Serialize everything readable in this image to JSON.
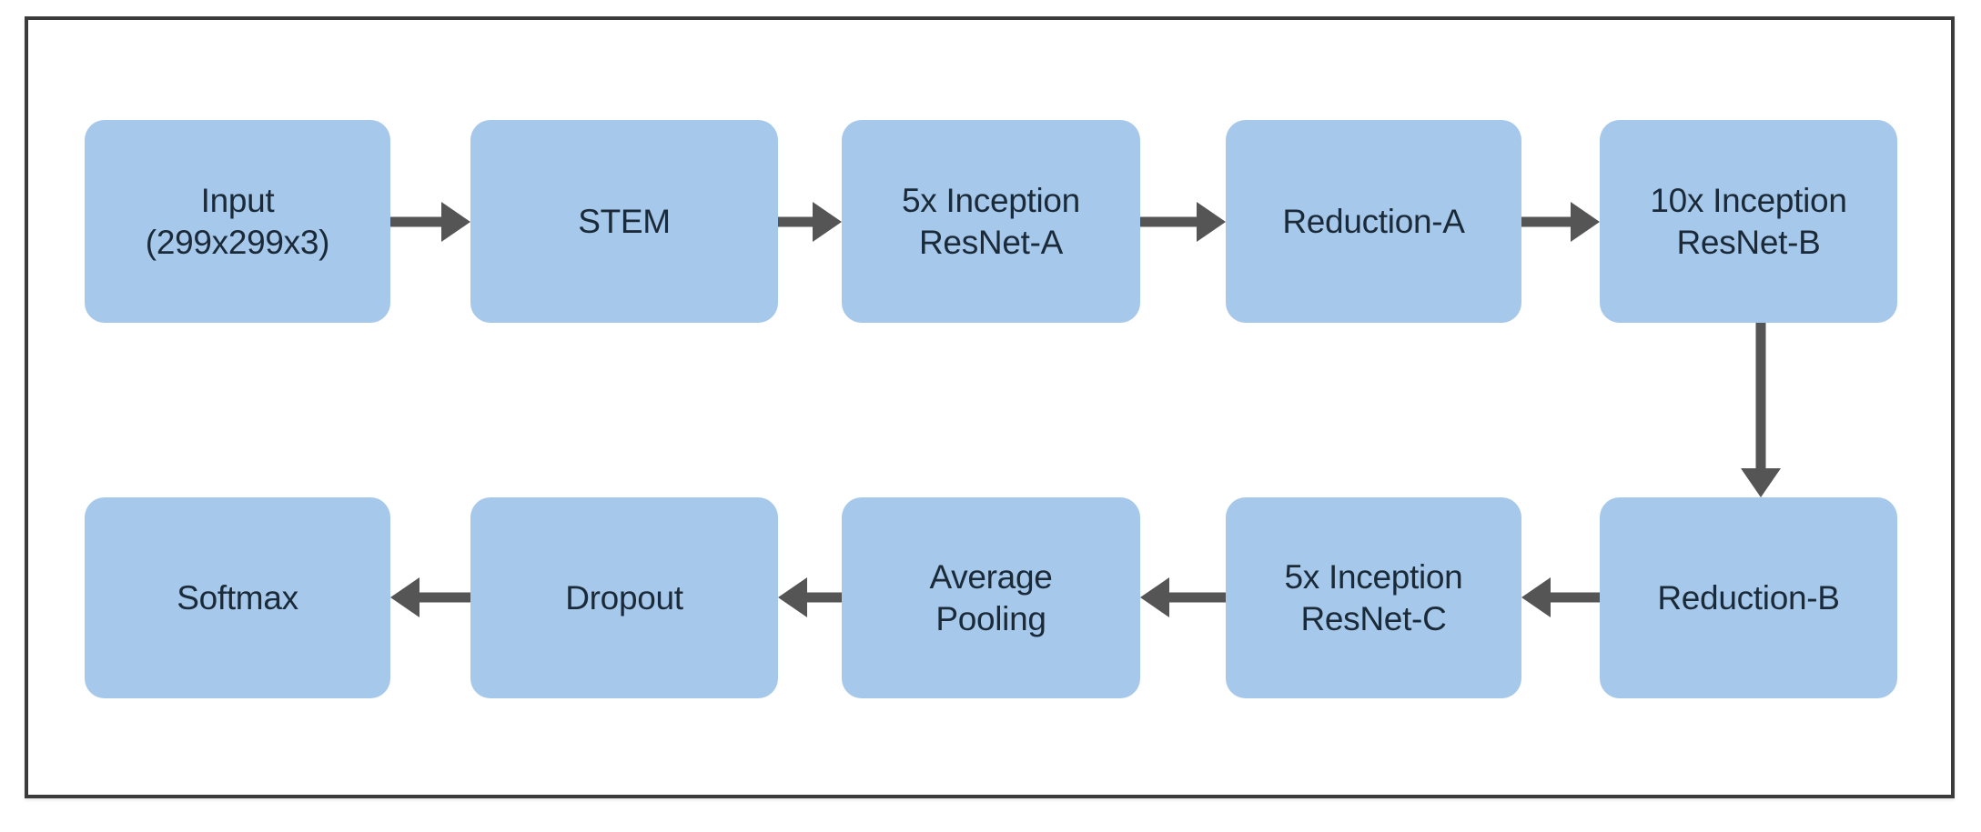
{
  "figure": {
    "type": "flow-diagram",
    "title": "Inception-ResNet network architecture block diagram",
    "box_fill_color": "#a6c8ea",
    "text_color": "#1b2a38",
    "arrow_color": "#555555",
    "frame_border_color": "#3b3b3b",
    "background_color": "#ffffff"
  },
  "nodes": [
    {
      "id": "input",
      "label": "Input\n(299x299x3)",
      "row": 1,
      "col": 1
    },
    {
      "id": "stem",
      "label": "STEM",
      "row": 1,
      "col": 2
    },
    {
      "id": "incres_a",
      "label": "5x Inception\nResNet-A",
      "row": 1,
      "col": 3
    },
    {
      "id": "reduction_a",
      "label": "Reduction-A",
      "row": 1,
      "col": 4
    },
    {
      "id": "incres_b",
      "label": "10x Inception\nResNet-B",
      "row": 1,
      "col": 5
    },
    {
      "id": "softmax",
      "label": "Softmax",
      "row": 2,
      "col": 1
    },
    {
      "id": "dropout",
      "label": "Dropout",
      "row": 2,
      "col": 2
    },
    {
      "id": "avgpool",
      "label": "Average\nPooling",
      "row": 2,
      "col": 3
    },
    {
      "id": "incres_c",
      "label": "5x Inception\nResNet-C",
      "row": 2,
      "col": 4
    },
    {
      "id": "reduction_b",
      "label": "Reduction-B",
      "row": 2,
      "col": 5
    }
  ],
  "edges": [
    {
      "id": "e1",
      "from": "input",
      "to": "stem",
      "direction": "right"
    },
    {
      "id": "e2",
      "from": "stem",
      "to": "incres_a",
      "direction": "right"
    },
    {
      "id": "e3",
      "from": "incres_a",
      "to": "reduction_a",
      "direction": "right"
    },
    {
      "id": "e4",
      "from": "reduction_a",
      "to": "incres_b",
      "direction": "right"
    },
    {
      "id": "e5",
      "from": "incres_b",
      "to": "reduction_b",
      "direction": "down"
    },
    {
      "id": "e6",
      "from": "reduction_b",
      "to": "incres_c",
      "direction": "left"
    },
    {
      "id": "e7",
      "from": "incres_c",
      "to": "avgpool",
      "direction": "left"
    },
    {
      "id": "e8",
      "from": "avgpool",
      "to": "dropout",
      "direction": "left"
    },
    {
      "id": "e9",
      "from": "dropout",
      "to": "softmax",
      "direction": "left"
    }
  ]
}
